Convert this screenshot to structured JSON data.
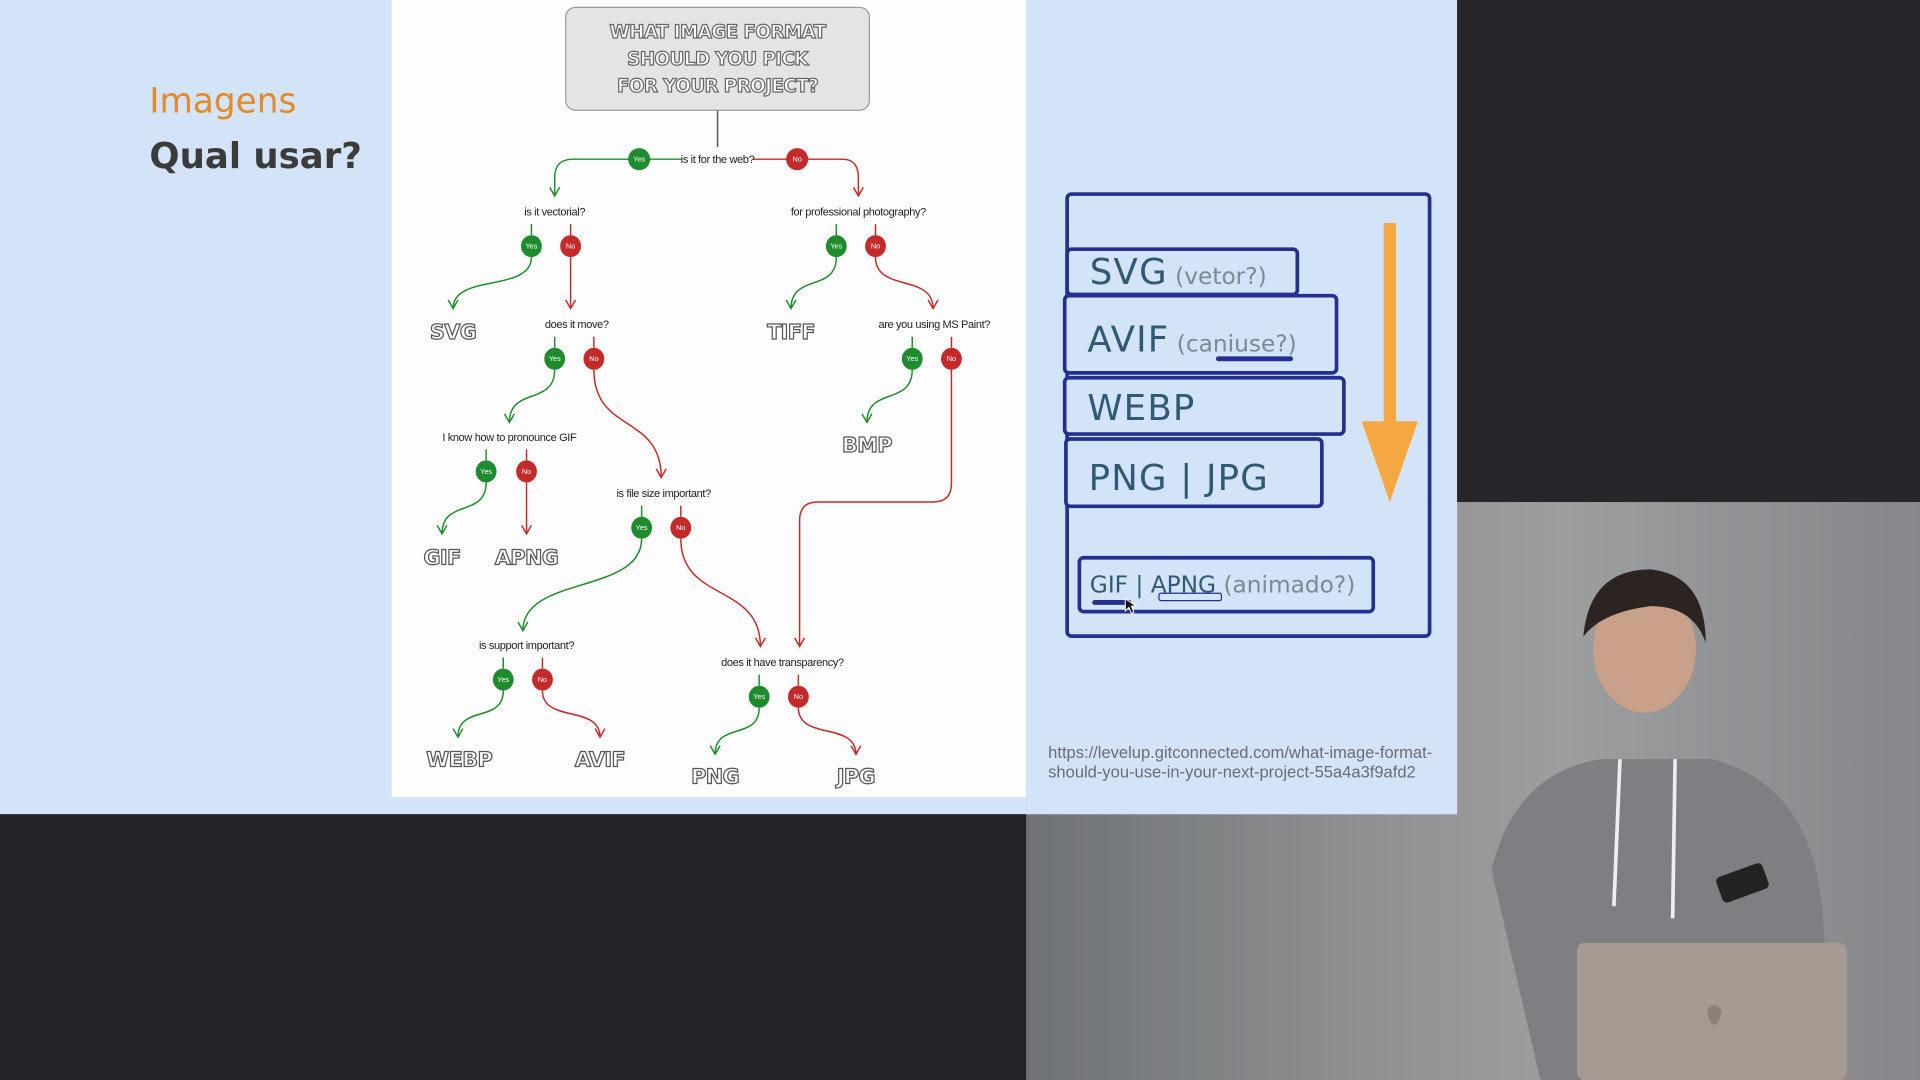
{
  "slide": {
    "kicker": "Imagens",
    "title": "Qual usar?",
    "source_url_line1": "https://levelup.gitconnected.com/what-image-format-",
    "source_url_line2": "should-you-use-in-your-next-project-55a4a3f9afd2"
  },
  "flowchart": {
    "title_lines": [
      "WHAT IMAGE FORMAT",
      "SHOULD YOU PICK",
      "FOR YOUR PROJECT?"
    ],
    "yes_label": "Yes",
    "no_label": "No",
    "questions": {
      "web": "is it for the web?",
      "vectorial": "is it vectorial?",
      "photography": "for professional photography?",
      "move": "does it move?",
      "mspaint": "are you using MS Paint?",
      "gif": "I know how to pronounce GIF",
      "filesize": "is file size important?",
      "support": "is support important?",
      "transparency": "does it have transparency?"
    },
    "outcomes": {
      "svg": "SVG",
      "tiff": "TIFF",
      "bmp": "BMP",
      "gif": "GIF",
      "apng": "APNG",
      "webp": "WEBP",
      "avif": "AVIF",
      "png": "PNG",
      "jpg": "JPG"
    },
    "colors": {
      "yes": "#1e8c2c",
      "no": "#c42a2a"
    }
  },
  "ranking": {
    "items": [
      {
        "format": "SVG",
        "note": "(vetor?)"
      },
      {
        "format": "AVIF",
        "note": "(caniuse?)"
      },
      {
        "format": "WEBP",
        "note": ""
      },
      {
        "format": "PNG | JPG",
        "note": ""
      },
      {
        "format": "GIF | APNG",
        "note": "(animado?)"
      }
    ],
    "arrow_color": "#f5a742",
    "border_color": "#23308f"
  }
}
